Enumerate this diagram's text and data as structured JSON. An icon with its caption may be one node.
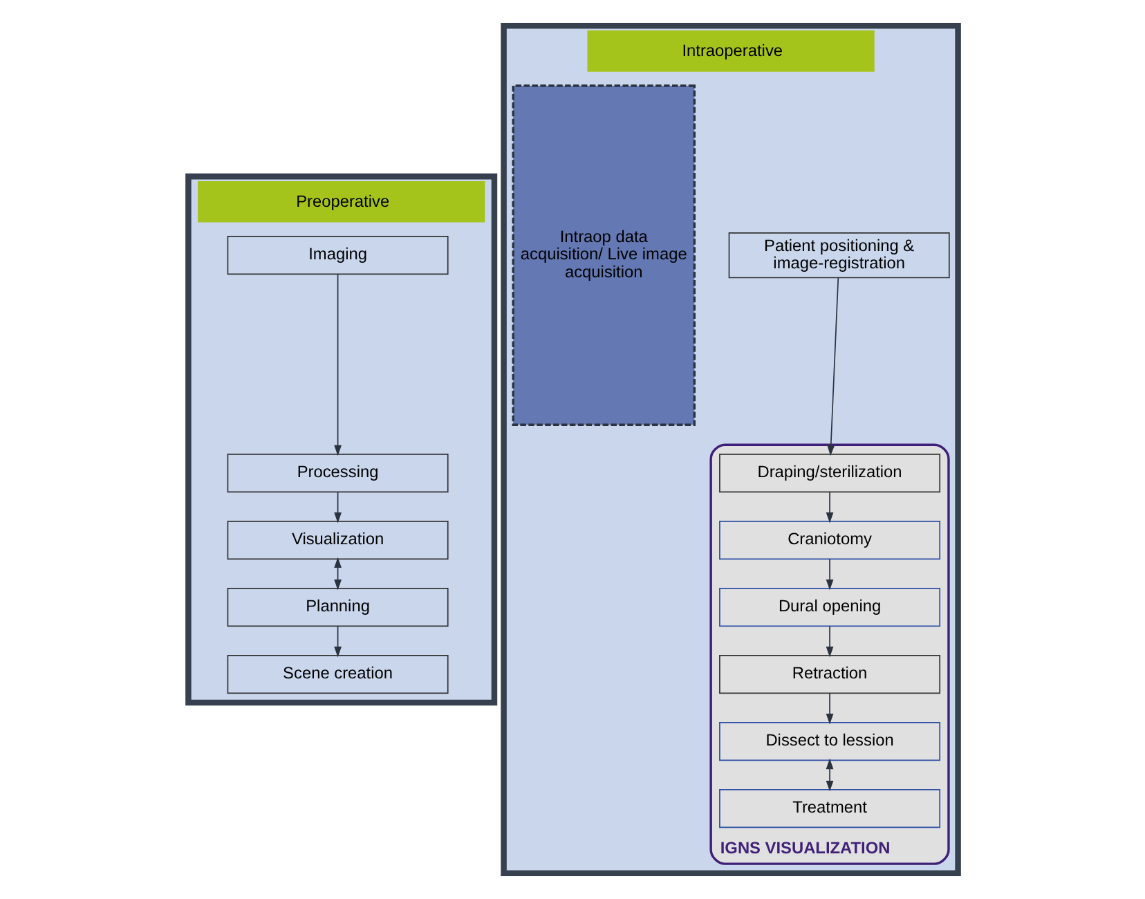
{
  "diagram": {
    "nodes": [
      {
        "text": [
          "Preoperative"
        ]
      },
      {
        "text": [
          "Imaging"
        ],
        "in": 0
      },
      {
        "text": [
          "Processing"
        ],
        "in": 0
      },
      {
        "text": [
          "Visualization"
        ],
        "in": 0
      },
      {
        "text": [
          "Planning"
        ],
        "in": 0
      },
      {
        "text": [
          "Scene creation"
        ],
        "in": 0
      },
      {
        "text": [
          "Intraoperative"
        ]
      },
      {
        "text": [
          "Patient positioning & image-registration"
        ],
        "in": 6
      },
      {
        "text": [
          "IGNS VISUALIZATION"
        ],
        "in": 6
      },
      {
        "text": [
          "Draping/sterilization"
        ],
        "in": 8
      },
      {
        "text": [
          "Craniotomy"
        ],
        "in": 8
      },
      {
        "text": [
          "Dural opening"
        ],
        "in": 8
      },
      {
        "text": [
          "Retraction"
        ],
        "in": 8
      },
      {
        "text": [
          "Dissect to lession"
        ],
        "in": 8
      },
      {
        "text": [
          "Treatment"
        ],
        "in": 8
      },
      {
        "text": [
          "Intraop data acquisition/ Live image acquisition"
        ],
        "in": 6
      }
    ],
    "edges": [
      {
        "from": 1,
        "to": 2,
        "arrow": "to"
      },
      {
        "from": 2,
        "to": 3,
        "arrow": "to"
      },
      {
        "from": 3,
        "to": 4,
        "arrow": "both"
      },
      {
        "from": 4,
        "to": 5,
        "arrow": "to"
      },
      {
        "from": 7,
        "to": 9,
        "arrow": "to"
      },
      {
        "from": 9,
        "to": 10,
        "arrow": "to"
      },
      {
        "from": 10,
        "to": 11,
        "arrow": "to"
      },
      {
        "from": 11,
        "to": 12,
        "arrow": "to"
      },
      {
        "from": 12,
        "to": 13,
        "arrow": "to"
      },
      {
        "from": 13,
        "to": 14,
        "arrow": "both"
      }
    ]
  }
}
